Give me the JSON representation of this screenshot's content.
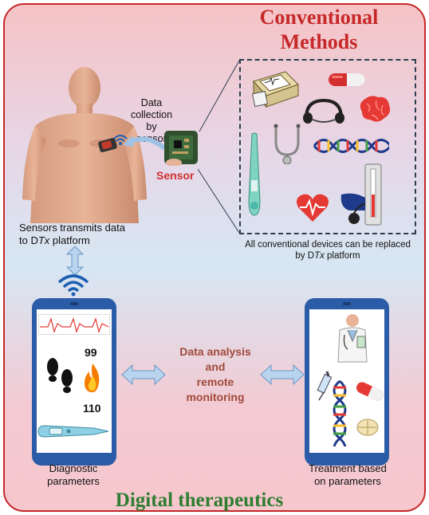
{
  "titles": {
    "conventional_line1": "Conventional",
    "conventional_line2": "Methods",
    "digital": "Digital therapeutics"
  },
  "labels": {
    "data_collection_1": "Data",
    "data_collection_2": "collection by",
    "data_collection_3": "sensor",
    "sensor": "Sensor",
    "sensors_transmit_1": "Sensors transmits data",
    "sensors_transmit_2_pre": "to D",
    "sensors_transmit_2_it": "Tx",
    "sensors_transmit_2_post": " platform",
    "replace_1": "All conventional devices can be replaced",
    "replace_2_pre": "by D",
    "replace_2_it": "Tx",
    "replace_2_post": " platform",
    "analysis_1": "Data analysis",
    "analysis_2": "and",
    "analysis_3": "remote",
    "analysis_4": "monitoring",
    "diagnostic_1": "Diagnostic",
    "diagnostic_2": "parameters",
    "treatment_1": "Treatment based",
    "treatment_2": "on parameters"
  },
  "phone_values": {
    "value_top": "99",
    "value_bottom": "110"
  },
  "icons": [
    "human-body-icon",
    "wifi-icon",
    "sensor-chip-icon",
    "ecg-machine-icon",
    "pill-icon",
    "brain-icon",
    "headset-icon",
    "thermometer-icon",
    "stethoscope-icon",
    "dna-icon",
    "heart-icon",
    "blood-pressure-icon",
    "double-arrow-icon",
    "smartphone-icon",
    "footprints-icon",
    "fire-icon",
    "doctor-icon",
    "syringe-icon",
    "tablet-icon"
  ],
  "colors": {
    "frame": "#c62828",
    "conventional": "#c62828",
    "digital": "#2e7d32",
    "sensor": "#d32f2f",
    "analysis": "#a14a3a",
    "phone": "#2b5ca8"
  }
}
